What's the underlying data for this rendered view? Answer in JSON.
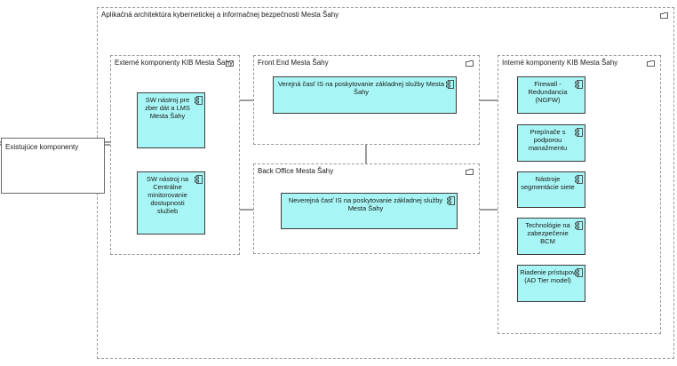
{
  "outer": {
    "title": "Aplikačná architektúra kybernetickej a informačnej bezpečnosti Mesta Šahy"
  },
  "note": {
    "label": "Existujúce komponenty"
  },
  "groups": {
    "external": {
      "title": "Externé komponenty KIB Mesta Šahy",
      "components": [
        "SW nástroj pre zber dát a LMS Mesta Šahy",
        "SW nástroj na Centrálne minitorovanie dostupnosti služieb"
      ]
    },
    "frontend": {
      "title": "Front End Mesta Šahy",
      "components": [
        "Verejná časť IS na poskytovanie základnej služby Mesta Šahy"
      ]
    },
    "backoffice": {
      "title": "Back Office Mesta Šahy",
      "components": [
        "Neverejná časť IS na poskytovanie základnej služby Mesta Šahy"
      ]
    },
    "internal": {
      "title": "Interné komponenty KIB Mesta Šahy",
      "components": [
        "Firewall - Redundancia (NGFW)",
        "Prepínače s podporou manažmentu",
        "Nástroje segmentácie siete",
        "Technológie na zabezpečenie BCM",
        "Riadenie prístupov (AD Tier model)"
      ]
    }
  },
  "icons": {
    "group": "folder-icon",
    "component": "component-icon"
  },
  "colors": {
    "component_fill": "#a8f5f5",
    "border": "#3c3c3c",
    "group_border": "#9a9a9a"
  }
}
